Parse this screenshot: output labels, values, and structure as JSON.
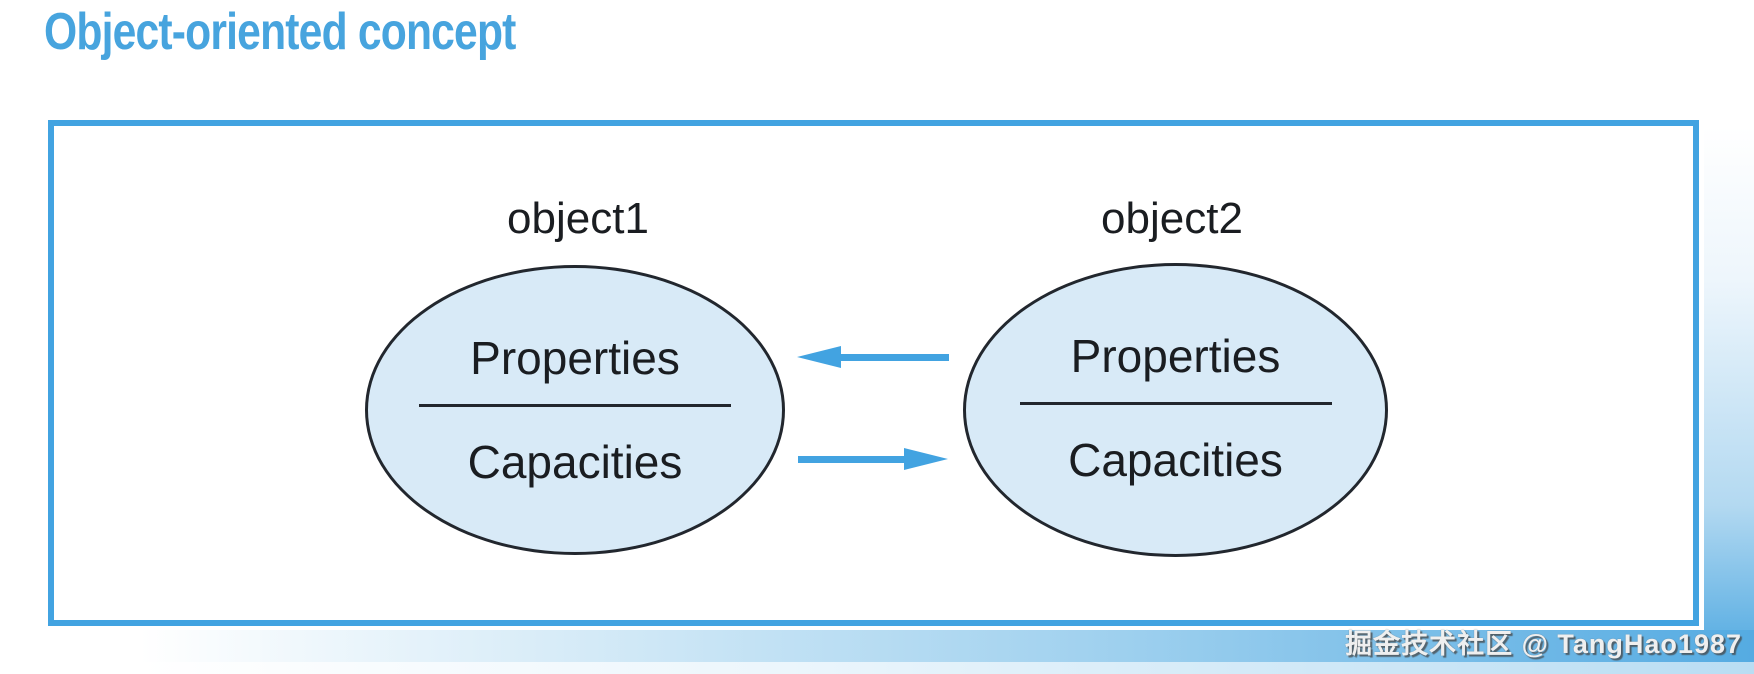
{
  "title": "Object-oriented concept",
  "diagram": {
    "objects": [
      {
        "name": "object1",
        "top_label": "Properties",
        "bottom_label": "Capacities"
      },
      {
        "name": "object2",
        "top_label": "Properties",
        "bottom_label": "Capacities"
      }
    ],
    "arrows": [
      {
        "name": "object2-to-object1",
        "direction": "left"
      },
      {
        "name": "object1-to-object2",
        "direction": "right"
      }
    ]
  },
  "watermark": "掘金技术社区 @ TangHao1987",
  "colors": {
    "accent_blue": "#42a3e1",
    "title_blue": "#47a4de",
    "ellipse_fill": "#d8eaf7",
    "ellipse_stroke": "#22272e",
    "text_dark": "#1a1d21",
    "watermark_text": "#efefef"
  }
}
